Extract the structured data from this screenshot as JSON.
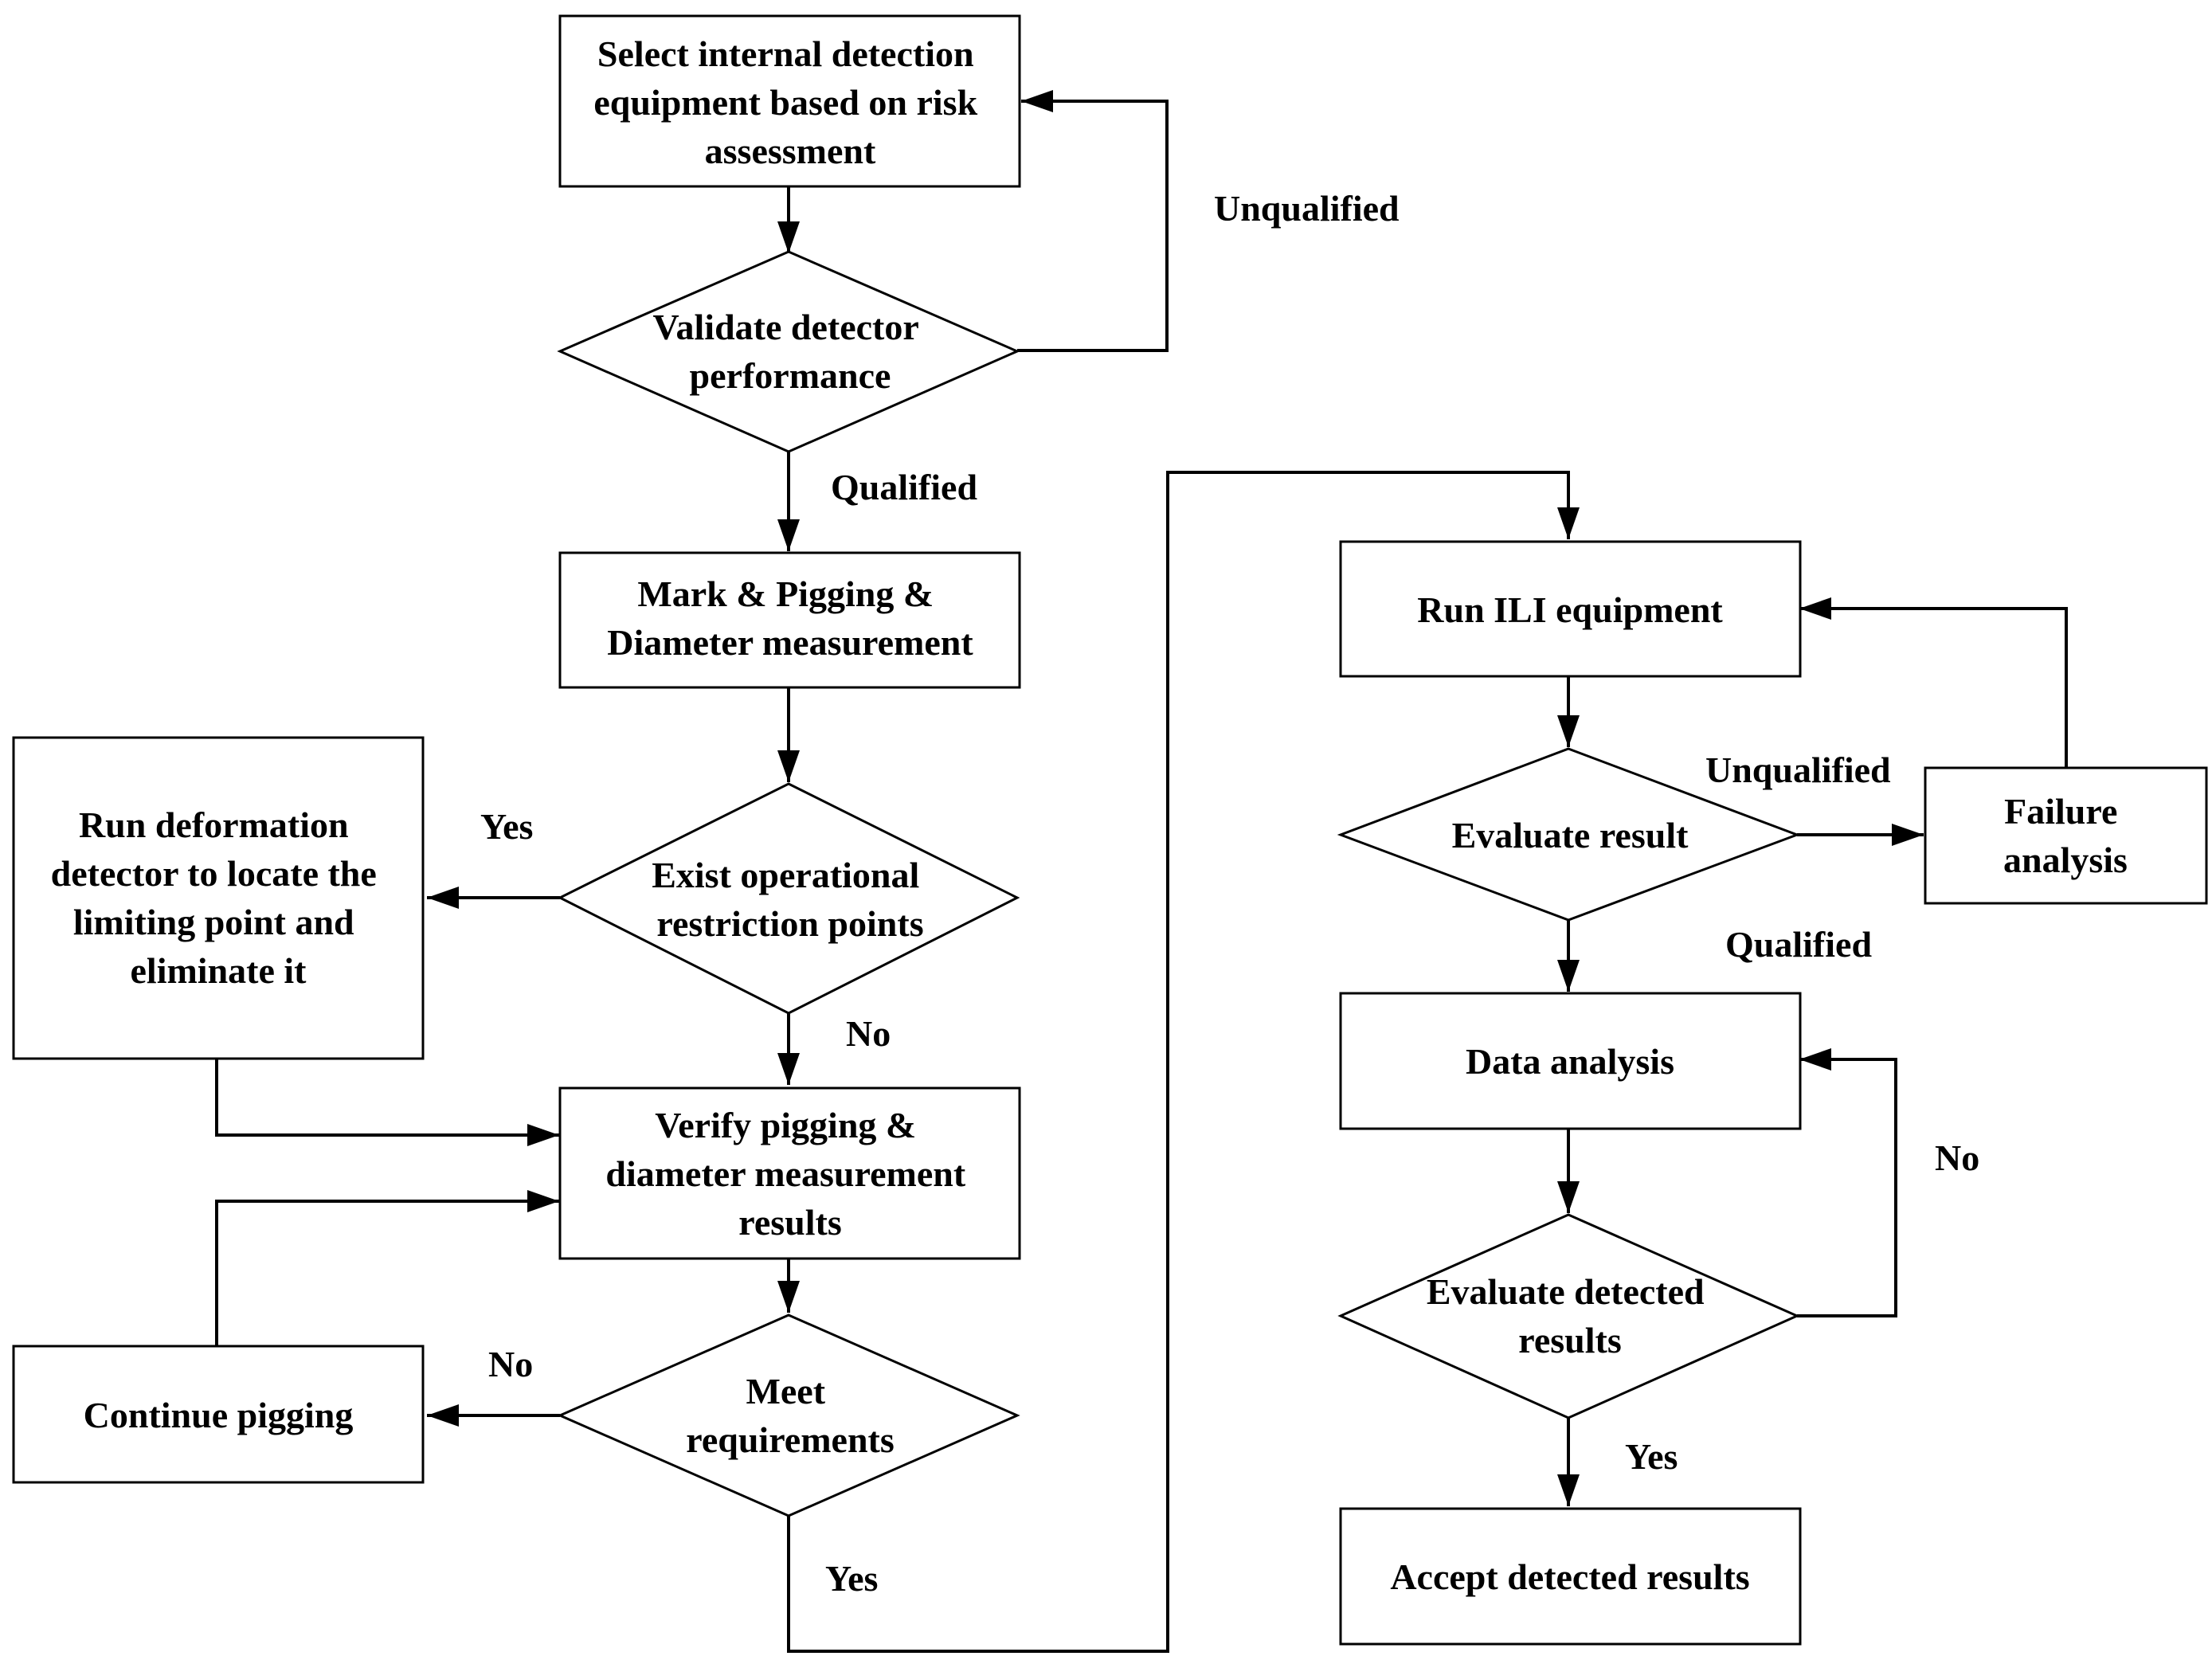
{
  "nodes": {
    "select_equipment": {
      "lines": [
        "Select internal detection",
        "equipment based on risk",
        "assessment"
      ]
    },
    "validate_performance": {
      "lines": [
        "Validate detector",
        "performance"
      ]
    },
    "mark_pigging": {
      "lines": [
        "Mark & Pigging &",
        "Diameter measurement"
      ]
    },
    "exist_restriction": {
      "lines": [
        "Exist operational",
        "restriction points"
      ]
    },
    "run_deformation": {
      "lines": [
        "Run deformation",
        "detector to locate the",
        "limiting point and",
        "eliminate it"
      ]
    },
    "verify_pigging": {
      "lines": [
        "Verify pigging &",
        "diameter measurement",
        "results"
      ]
    },
    "meet_requirements": {
      "lines": [
        "Meet",
        "requirements"
      ]
    },
    "continue_pigging": {
      "lines": [
        "Continue pigging"
      ]
    },
    "run_ili": {
      "lines": [
        "Run ILI equipment"
      ]
    },
    "evaluate_result": {
      "lines": [
        "Evaluate result"
      ]
    },
    "failure_analysis": {
      "lines": [
        "Failure",
        "analysis"
      ]
    },
    "data_analysis": {
      "lines": [
        "Data analysis"
      ]
    },
    "evaluate_detected": {
      "lines": [
        "Evaluate detected",
        "results"
      ]
    },
    "accept_results": {
      "lines": [
        "Accept detected results"
      ]
    }
  },
  "edge_labels": {
    "unqualified_1": "Unqualified",
    "qualified_1": "Qualified",
    "yes_1": "Yes",
    "no_1": "No",
    "no_2": "No",
    "yes_2": "Yes",
    "unqualified_2": "Unqualified",
    "qualified_2": "Qualified",
    "no_3": "No",
    "yes_3": "Yes"
  }
}
